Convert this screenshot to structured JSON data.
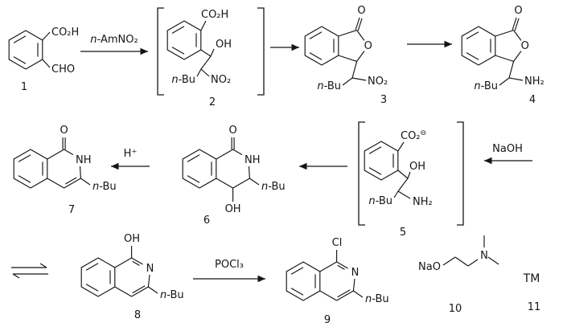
{
  "scheme": {
    "labels": {
      "nbu_n": "n",
      "nbu_rest": "-Bu"
    },
    "reagents": {
      "amno2_n": "n",
      "amno2_rest": "-AmNO₂",
      "hplus": "H⁺",
      "naoh": "NaOH",
      "pocl3": "POCl₃"
    },
    "compounds": {
      "c1": {
        "num": "1",
        "co2h": "CO₂H",
        "cho": "CHO"
      },
      "c2": {
        "num": "2",
        "co2h": "CO₂H",
        "oh": "OH",
        "no2": "NO₂"
      },
      "c3": {
        "num": "3",
        "carbonyl_o": "O",
        "ring_o": "O",
        "no2": "NO₂"
      },
      "c4": {
        "num": "4",
        "carbonyl_o": "O",
        "ring_o": "O",
        "nh2": "NH₂"
      },
      "c5": {
        "num": "5",
        "co2_base": "CO₂",
        "co2_charge": "⊖",
        "oh": "OH",
        "nh2": "NH₂"
      },
      "c6": {
        "num": "6",
        "carbonyl_o": "O",
        "nh": "NH",
        "oh": "OH"
      },
      "c7": {
        "num": "7",
        "carbonyl_o": "O",
        "nh": "NH"
      },
      "c8": {
        "num": "8",
        "oh": "OH",
        "n": "N"
      },
      "c9": {
        "num": "9",
        "cl": "Cl",
        "n": "N"
      },
      "c10": {
        "num": "10",
        "nao": "NaO",
        "n": "N"
      },
      "c11": {
        "num": "11",
        "tm": "TM"
      }
    }
  }
}
